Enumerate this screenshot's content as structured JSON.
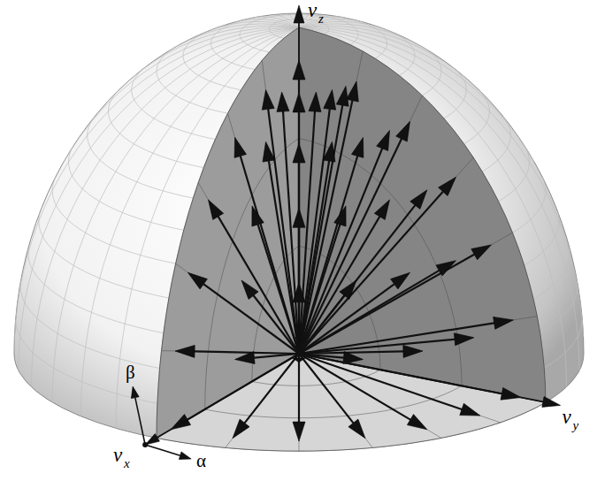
{
  "diagram": {
    "labels": [
      "v",
      "z",
      "v",
      "y",
      "v",
      "x",
      "β",
      "α"
    ]
  }
}
